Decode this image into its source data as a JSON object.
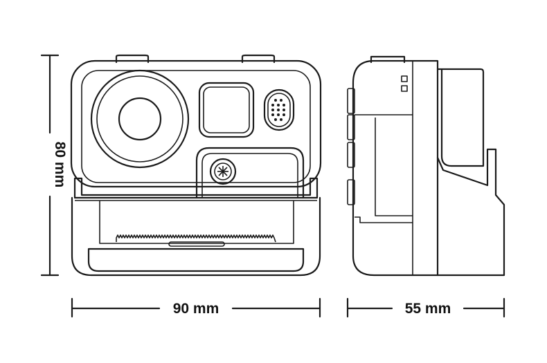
{
  "dimensions": {
    "height_label": "80 mm",
    "front_width_label": "90 mm",
    "side_depth_label": "55 mm"
  },
  "colors": {
    "line": "#1a1a1a",
    "background": "#ffffff"
  }
}
